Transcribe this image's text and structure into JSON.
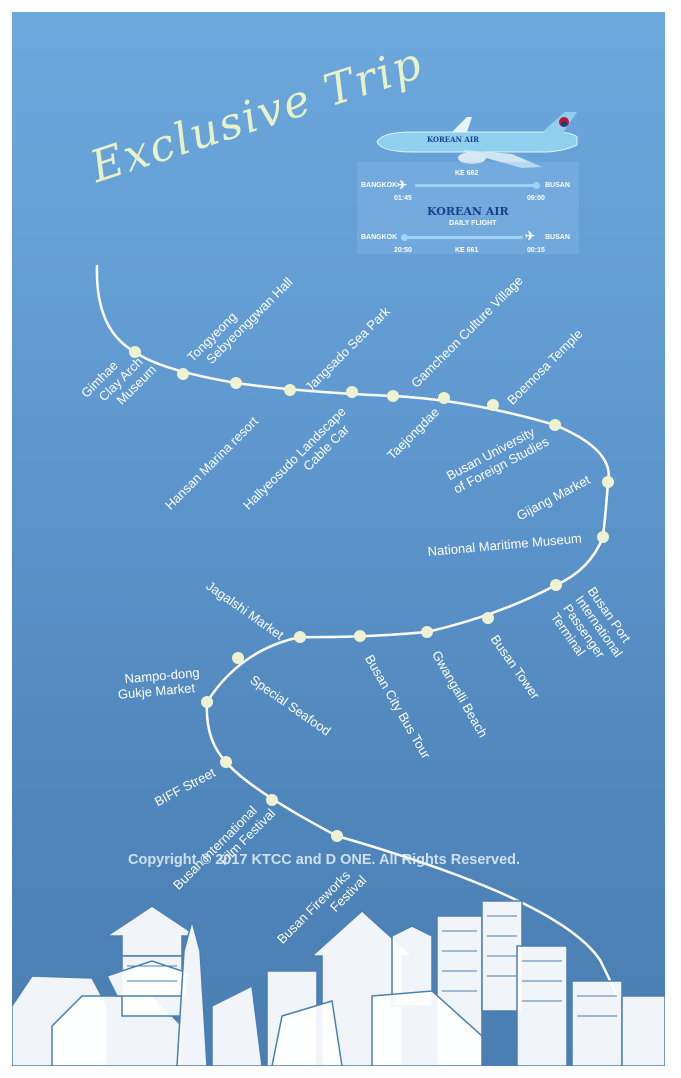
{
  "title": "Exclusive Trip",
  "flight": {
    "airline": "KOREAN AIR",
    "subtitle": "DAILY FLIGHT",
    "outbound": {
      "code": "KE 662",
      "from": "BANGKOK",
      "to": "BUSAN",
      "depart": "01:45",
      "arrive": "09:00"
    },
    "inbound": {
      "code": "KE 661",
      "from": "BANGKOK",
      "to": "BUSAN",
      "depart": "20:50",
      "arrive": "00:15"
    }
  },
  "stops": [
    "Gimhae Clay Arch Museum",
    "Tongyeong Sebyeonggwan Hall",
    "Hansan Marina resort",
    "Hallyeosudo Landscape Cable Car",
    "Jangsado Sea Park",
    "Gamcheon Culture Village",
    "Taejongdae",
    "Boemosa Temple",
    "Busan University of Foreign Studies",
    "Gijang Market",
    "National Maritime Museum",
    "Busan Port International Passenger Terminal",
    "Busan Tower",
    "Gwangalli Beach",
    "Busan City Bus Tour",
    "Jagalshi Market",
    "Special Seafood",
    "Nampo-dong Gukje Market",
    "BIFF Street",
    "Busan International Film Festival",
    "Busan Fireworks Festival"
  ],
  "labels": {
    "gimhae": [
      "Gimhae",
      "Clay Arch",
      "Museum"
    ],
    "tongyeong": [
      "Tongyeong",
      "Sebyeonggwan Hall"
    ],
    "hallyeo": [
      "Hallyeosudo Landscape",
      "Cable Car"
    ],
    "bufs": [
      "Busan University",
      "of Foreign Studies"
    ],
    "port": [
      "Busan Port",
      "International",
      "Passenger",
      "Terminal"
    ],
    "nampo": [
      "Nampo-dong",
      "Gukje Market"
    ],
    "biff_fest": [
      "Busan International",
      "Film Festival"
    ],
    "fireworks": [
      "Busan Fireworks",
      "Festival"
    ]
  },
  "copyright": "Copyright © 2017 KTCC and D ONE. All Rights Reserved.",
  "colors": {
    "route": "#ffffff",
    "node": "#eef2d0",
    "title": "#e8f2c8",
    "accent": "#9fd3f5"
  }
}
